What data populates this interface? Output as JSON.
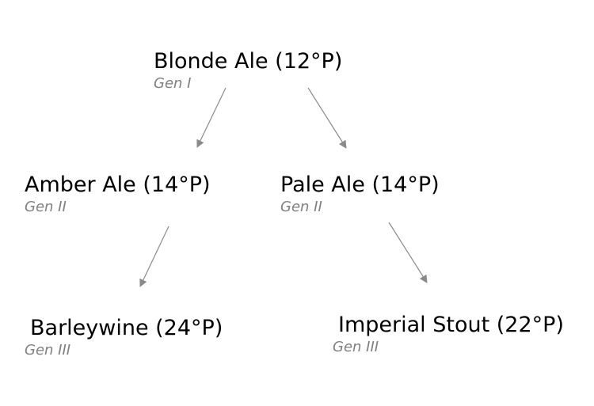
{
  "nodes": [
    {
      "id": "blonde",
      "label": "Blonde Ale (12°P)",
      "generation": "Gen I"
    },
    {
      "id": "amber",
      "label": "Amber Ale (14°P)",
      "generation": "Gen II"
    },
    {
      "id": "pale",
      "label": "Pale Ale (14°P)",
      "generation": "Gen II"
    },
    {
      "id": "barleywine",
      "label": "Barleywine (24°P)",
      "generation": "Gen III"
    },
    {
      "id": "stout",
      "label": "Imperial Stout (22°P)",
      "generation": "Gen III"
    }
  ],
  "edges": [
    {
      "from": "blonde",
      "to": "amber"
    },
    {
      "from": "blonde",
      "to": "pale"
    },
    {
      "from": "amber",
      "to": "barleywine"
    },
    {
      "from": "pale",
      "to": "stout"
    }
  ],
  "colors": {
    "label": "#000000",
    "generation": "#808080",
    "edge": "#8a8a8a"
  }
}
